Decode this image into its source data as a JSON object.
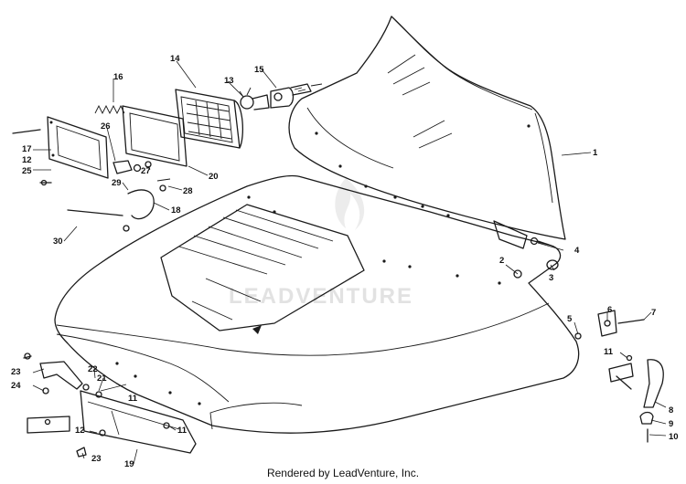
{
  "credit": "Rendered by LeadVenture, Inc.",
  "watermark": "LEADVENTURE",
  "callouts": [
    {
      "id": "c1",
      "text": "1"
    },
    {
      "id": "c2",
      "text": "2"
    },
    {
      "id": "c3",
      "text": "3"
    },
    {
      "id": "c4",
      "text": "4"
    },
    {
      "id": "c5",
      "text": "5"
    },
    {
      "id": "c6",
      "text": "6"
    },
    {
      "id": "c7",
      "text": "7"
    },
    {
      "id": "c8",
      "text": "8"
    },
    {
      "id": "c9",
      "text": "9"
    },
    {
      "id": "c10",
      "text": "10"
    },
    {
      "id": "c11a",
      "text": "11"
    },
    {
      "id": "c11b",
      "text": "11"
    },
    {
      "id": "c11c",
      "text": "11"
    },
    {
      "id": "c12a",
      "text": "12"
    },
    {
      "id": "c12b",
      "text": "12"
    },
    {
      "id": "c13",
      "text": "13"
    },
    {
      "id": "c14",
      "text": "14"
    },
    {
      "id": "c15",
      "text": "15"
    },
    {
      "id": "c16",
      "text": "16"
    },
    {
      "id": "c17",
      "text": "17"
    },
    {
      "id": "c18",
      "text": "18"
    },
    {
      "id": "c19",
      "text": "19"
    },
    {
      "id": "c20",
      "text": "20"
    },
    {
      "id": "c21",
      "text": "21"
    },
    {
      "id": "c22",
      "text": "22"
    },
    {
      "id": "c23a",
      "text": "23"
    },
    {
      "id": "c23b",
      "text": "23"
    },
    {
      "id": "c24",
      "text": "24"
    },
    {
      "id": "c25",
      "text": "25"
    },
    {
      "id": "c26",
      "text": "26"
    },
    {
      "id": "c27",
      "text": "27"
    },
    {
      "id": "c28",
      "text": "28"
    },
    {
      "id": "c29",
      "text": "29"
    },
    {
      "id": "c30",
      "text": "30"
    }
  ]
}
